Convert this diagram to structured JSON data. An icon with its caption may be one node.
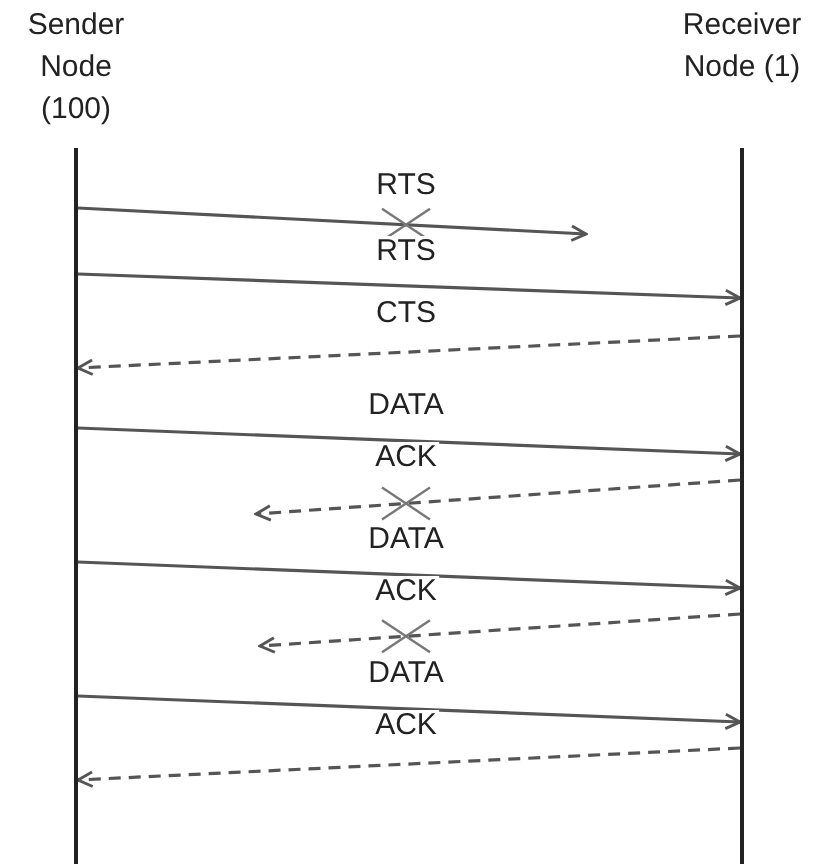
{
  "diagram": {
    "nodes": [
      {
        "text": [
          "Sender Node (100)"
        ]
      },
      {
        "text": [
          "Receiver Node (1)"
        ]
      }
    ],
    "edges": [
      {
        "from": 0,
        "to": null,
        "arrow": "to",
        "label": "RTS"
      },
      {
        "from": 0,
        "to": 1,
        "arrow": "to",
        "label": "RTS"
      },
      {
        "from": 1,
        "to": 0,
        "arrow": "to",
        "label": "CTS",
        "style": "dashed"
      },
      {
        "from": 0,
        "to": 1,
        "arrow": "to",
        "label": "DATA"
      },
      {
        "from": 1,
        "to": null,
        "arrow": "to",
        "label": "ACK",
        "style": "dashed"
      },
      {
        "from": 0,
        "to": 1,
        "arrow": "to",
        "label": "DATA"
      },
      {
        "from": 1,
        "to": null,
        "arrow": "to",
        "label": "ACK",
        "style": "dashed"
      },
      {
        "from": 0,
        "to": 1,
        "arrow": "to",
        "label": "DATA"
      },
      {
        "from": 1,
        "to": 0,
        "arrow": "to",
        "label": "ACK",
        "style": "dashed"
      }
    ]
  }
}
